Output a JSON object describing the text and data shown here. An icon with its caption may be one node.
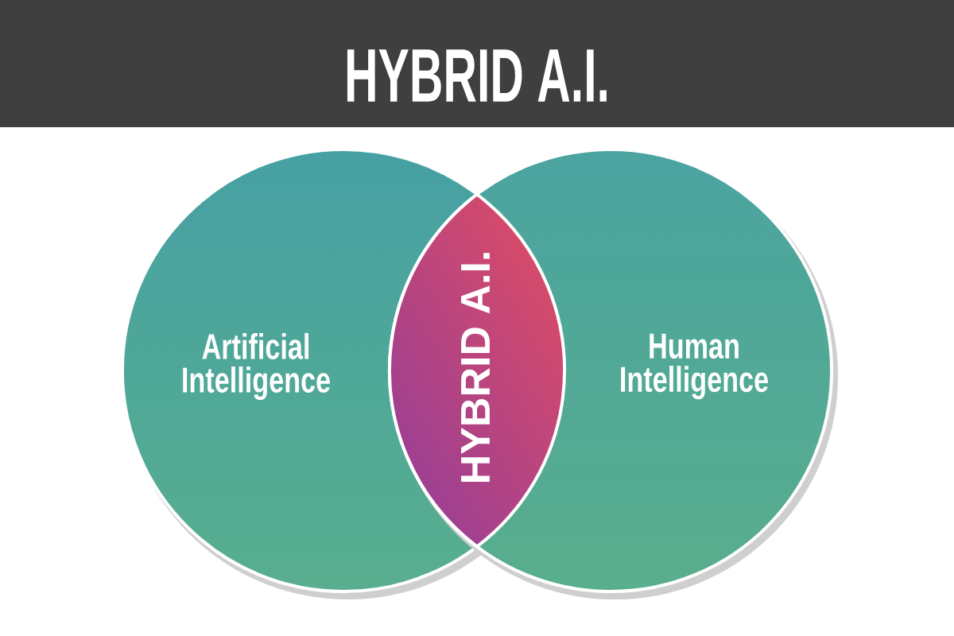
{
  "diagram": {
    "title": "HYBRID A.I.",
    "nodes": [
      {
        "text": [
          "Artificial Intelligence"
        ]
      },
      {
        "text": [
          "Human Intelligence"
        ]
      },
      {
        "text": [
          "HYBRID A.I."
        ]
      }
    ]
  }
}
